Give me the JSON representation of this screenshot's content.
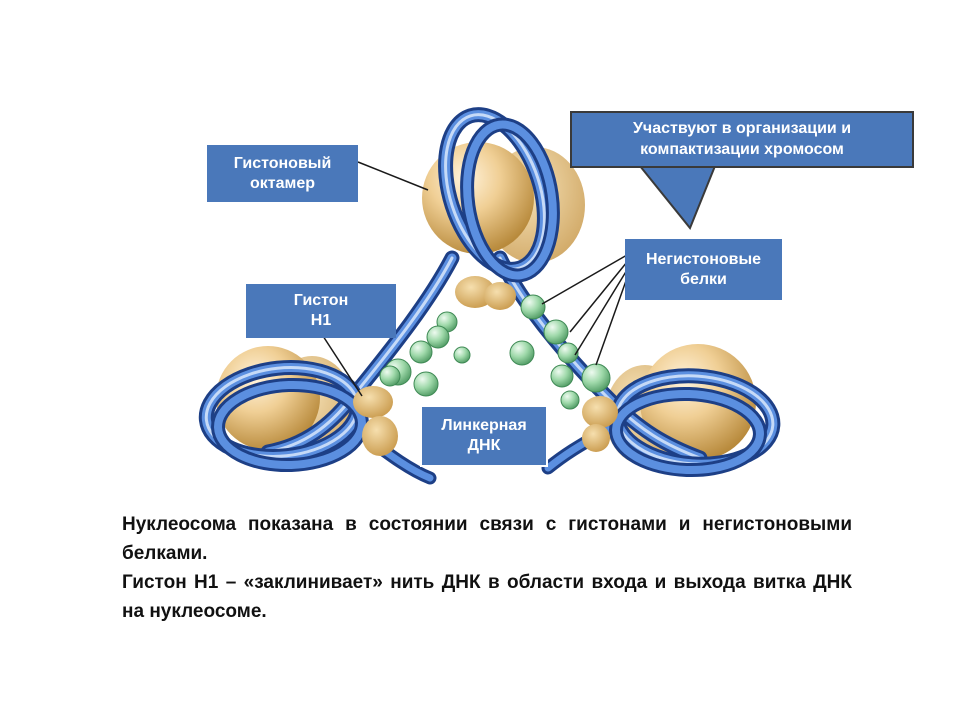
{
  "labels": {
    "histone_octamer": [
      "Гистоновый",
      "октамер"
    ],
    "histone_h1": [
      "Гистон",
      "Н1"
    ],
    "nonhistone_proteins": [
      "Негистоновые",
      "белки"
    ],
    "linker_dna": [
      "Линкерная",
      "ДНК"
    ]
  },
  "callout": [
    "Участвуют в организации и",
    "компактизации хромосом"
  ],
  "caption": {
    "line1": "Нуклеосома показана в состоянии связи с гистонами и негистоновыми белками.",
    "line2": "Гистон Н1 – «заклинивает» нить ДНК в области входа и выхода витка ДНК на нуклеосоме."
  },
  "colors": {
    "label_bg": "#4a78ba",
    "dna_blue": "#3b6fc4",
    "histone_tan": "#e3bd78",
    "nonhistone_green": "#8ccc98"
  }
}
